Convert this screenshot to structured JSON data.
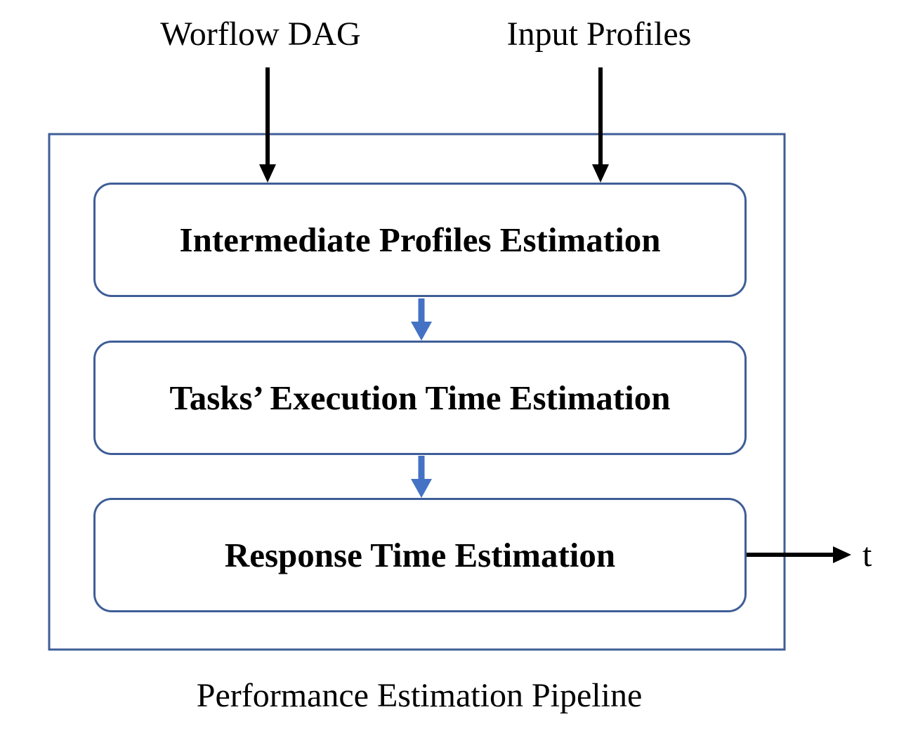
{
  "inputs": {
    "workflow_dag": "Worflow DAG",
    "input_profiles": "Input Profiles"
  },
  "stages": [
    {
      "label": "Intermediate Profiles Estimation"
    },
    {
      "label": "Tasks’ Execution Time Estimation"
    },
    {
      "label": "Response Time Estimation"
    }
  ],
  "output": {
    "label": "t"
  },
  "caption": "Performance Estimation Pipeline",
  "colors": {
    "outer_border": "#3f5e97",
    "stage_border": "#3f5e97",
    "stage_arrow": "#4472c4",
    "io_arrow": "#000000"
  }
}
